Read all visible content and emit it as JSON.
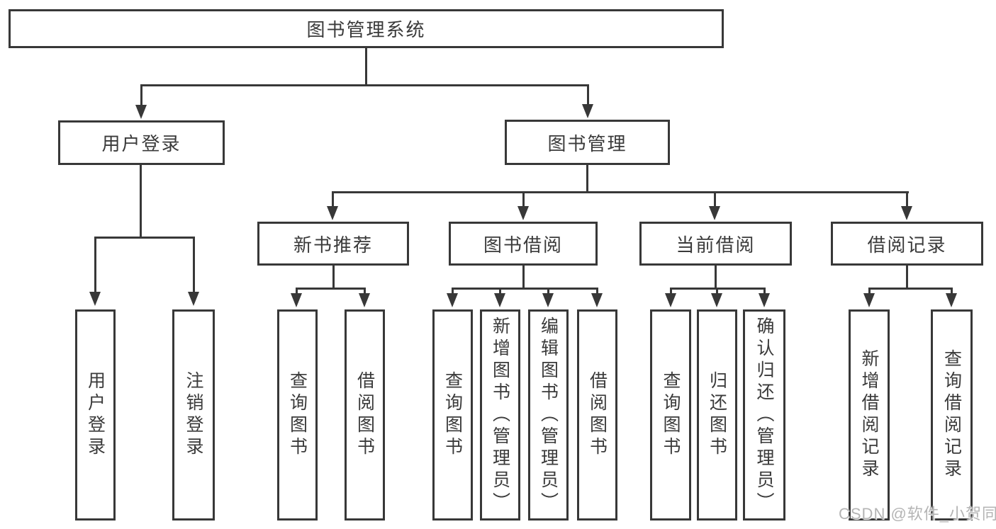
{
  "diagram_title": "图书管理系统",
  "tree": {
    "label": "图书管理系统",
    "children": [
      {
        "label": "用户登录",
        "children": [
          {
            "label": "用户登录"
          },
          {
            "label": "注销登录"
          }
        ]
      },
      {
        "label": "图书管理",
        "children": [
          {
            "label": "新书推荐",
            "children": [
              {
                "label": "查询图书"
              },
              {
                "label": "借阅图书"
              }
            ]
          },
          {
            "label": "图书借阅",
            "children": [
              {
                "label": "查询图书"
              },
              {
                "label": "新增图书（管理员）"
              },
              {
                "label": "编辑图书（管理员）"
              },
              {
                "label": "借阅图书"
              }
            ]
          },
          {
            "label": "当前借阅",
            "children": [
              {
                "label": "查询图书"
              },
              {
                "label": "归还图书"
              },
              {
                "label": "确认归还（管理员）"
              }
            ]
          },
          {
            "label": "借阅记录",
            "children": [
              {
                "label": "新增借阅记录"
              },
              {
                "label": "查询借阅记录"
              }
            ]
          }
        ]
      }
    ]
  },
  "watermark": {
    "text": "CSDN @软件_小贺同学"
  },
  "colors": {
    "stroke": "#383838",
    "text": "#3a3a3a",
    "background": "#ffffff",
    "watermark": "#b4b4b4"
  }
}
